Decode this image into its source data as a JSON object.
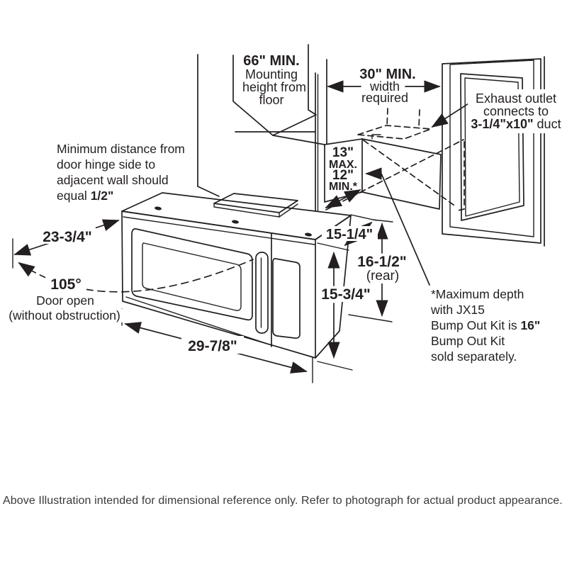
{
  "annotations": {
    "mounting_height": {
      "line1": "66\" MIN.",
      "line2": "Mounting",
      "line3": "height from",
      "line4": "floor"
    },
    "width_required": {
      "line1": "30\" MIN.",
      "line2": "width",
      "line3": "required"
    },
    "exhaust": {
      "line1": "Exhaust outlet",
      "line2": "connects to",
      "line3_bold": "3-1/4\"x10\"",
      "line3_rest": " duct"
    },
    "hinge_note": {
      "line1": "Minimum distance from",
      "line2": "door hinge side to",
      "line3": "adjacent wall should",
      "line4_prefix": "equal ",
      "line4_bold": "1/2\""
    },
    "recess": {
      "max_value": "13\"",
      "max_label": "MAX.",
      "min_value": "12\"",
      "min_label": "MIN.*"
    },
    "door_swing": {
      "angle": "105°",
      "line2": "Door open",
      "line3": "(without obstruction)"
    },
    "bumpout_note": {
      "line1": "*Maximum depth",
      "line2": "with JX15",
      "line3_prefix": "Bump Out Kit is ",
      "line3_bold": "16\"",
      "line4": "Bump Out Kit",
      "line5": "sold separately."
    }
  },
  "dimensions": {
    "top_depth": "23-3/4\"",
    "front_width": "29-7/8\"",
    "top_rear_depth": "15-1/4\"",
    "rear_height": "16-1/2\"",
    "rear_height_qualifier": "(rear)",
    "front_height": "15-3/4\""
  },
  "caption": "Above Illustration intended for dimensional reference only. Refer to photograph for actual product appearance.",
  "colors": {
    "line": "#231f20",
    "caption_text": "#3a3a3a",
    "background": "#ffffff"
  }
}
